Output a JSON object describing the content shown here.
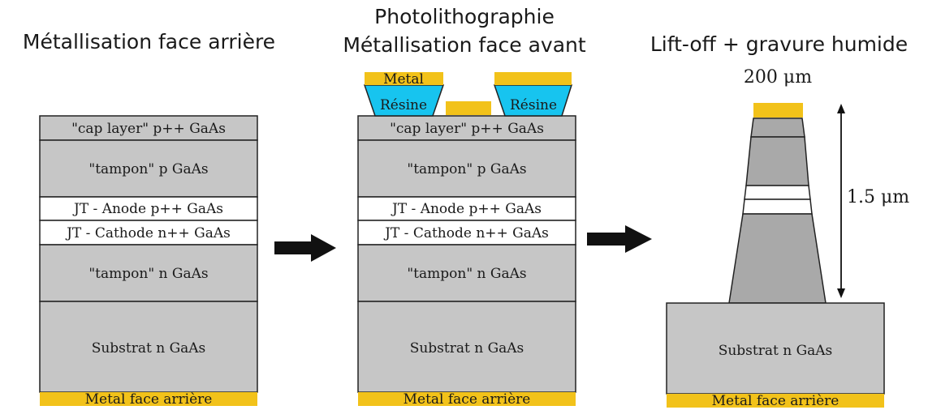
{
  "titles": {
    "step1": "Métallisation face arrière",
    "step2_line1": "Photolithographie",
    "step2_line2": "Métallisation face avant",
    "step3": "Lift-off + gravure humide"
  },
  "layers": {
    "cap": "\"cap layer\" p++ GaAs",
    "tampon_p": "\"tampon\" p GaAs",
    "anode": "JT - Anode p++ GaAs",
    "cathode": "JT - Cathode n++ GaAs",
    "tampon_n": "\"tampon\" n GaAs",
    "substrate": "Substrat n GaAs",
    "back_metal": "Metal face arrière"
  },
  "front": {
    "metal": "Metal",
    "resist": "Résine"
  },
  "dimensions": {
    "width": "200 μm",
    "height": "1.5 μm"
  },
  "colors": {
    "gray_layer": "#c6c6c6",
    "dark_gray": "#a9a9a9",
    "metal": "#f2c21a",
    "resist": "#17c4ef",
    "white_layer": "#ffffff",
    "stroke": "#222222"
  }
}
